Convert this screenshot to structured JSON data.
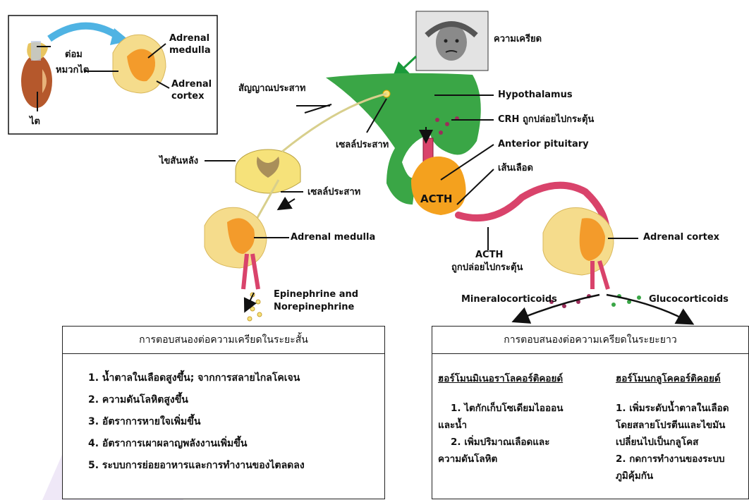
{
  "inset": {
    "labels": {
      "gland": "ต่อม",
      "gland2": "หมวกไต",
      "kidney": "ไต",
      "medulla1": "Adrenal",
      "medulla2": "medulla",
      "cortex1": "Adrenal",
      "cortex2": "cortex"
    }
  },
  "stress": {
    "label": "ความเครียด"
  },
  "labels": {
    "nerve_signal": "สัญญาณประสาท",
    "nerve_cell_top": "เซลล์ประสาท",
    "spinal_cord": "ไขสันหลัง",
    "nerve_cell_mid": "เซลล์ประสาท",
    "adrenal_medulla": "Adrenal medulla",
    "epinephrine1": "Epinephrine and",
    "epinephrine2": "Norepinephrine",
    "hypothalamus": "Hypothalamus",
    "crh": "CRH  ถูกปล่อยไปกระตุ้น",
    "anterior_pituitary": "Anterior pituitary",
    "blood_vessel": "เส้นเลือด",
    "acth_center": "ACTH",
    "acth_label1": "ACTH",
    "acth_label2": "ถูกปล่อยไปกระตุ้น",
    "adrenal_cortex": "Adrenal cortex",
    "mineralocorticoids": "Mineralocorticoids",
    "glucocorticoids": "Glucocorticoids"
  },
  "short_term": {
    "title": "การตอบสนองต่อความเครียดในระยะสั้น",
    "items": [
      "1. น้ำตาลในเลือดสูงขึ้น; จากการสลายไกลโคเจน",
      "2. ความดันโลหิตสูงขึ้น",
      "3. อัตราการหายใจเพิ่มขึ้น",
      "4. อัตราการเผาผลาญพลังงานเพิ่มขึ้น",
      "5. ระบบการย่อยอาหารและการทำงานของไตลดลง"
    ]
  },
  "long_term": {
    "title": "การตอบสนองต่อความเครียดในระยะยาว",
    "mineral": {
      "heading": "ฮอร์โมนมิเนอราโลคอร์ติคอยด์",
      "lines": [
        "1. ไตกักเก็บโซเดียมไอออน",
        "และน้ำ",
        "2. เพิ่มปริมาณเลือดและ",
        "ความดันโลหิต"
      ]
    },
    "gluco": {
      "heading": "ฮอร์โมนกลูโคคอร์ติคอยด์",
      "lines": [
        "1. เพิ่มระดับน้ำตาลในเลือด",
        "โดยสลายโปรตีนและไขมัน",
        "เปลี่ยนไปเป็นกลูโคส",
        "2. กดการทำงานของระบบ",
        "ภูมิคุ้มกัน"
      ]
    }
  }
}
